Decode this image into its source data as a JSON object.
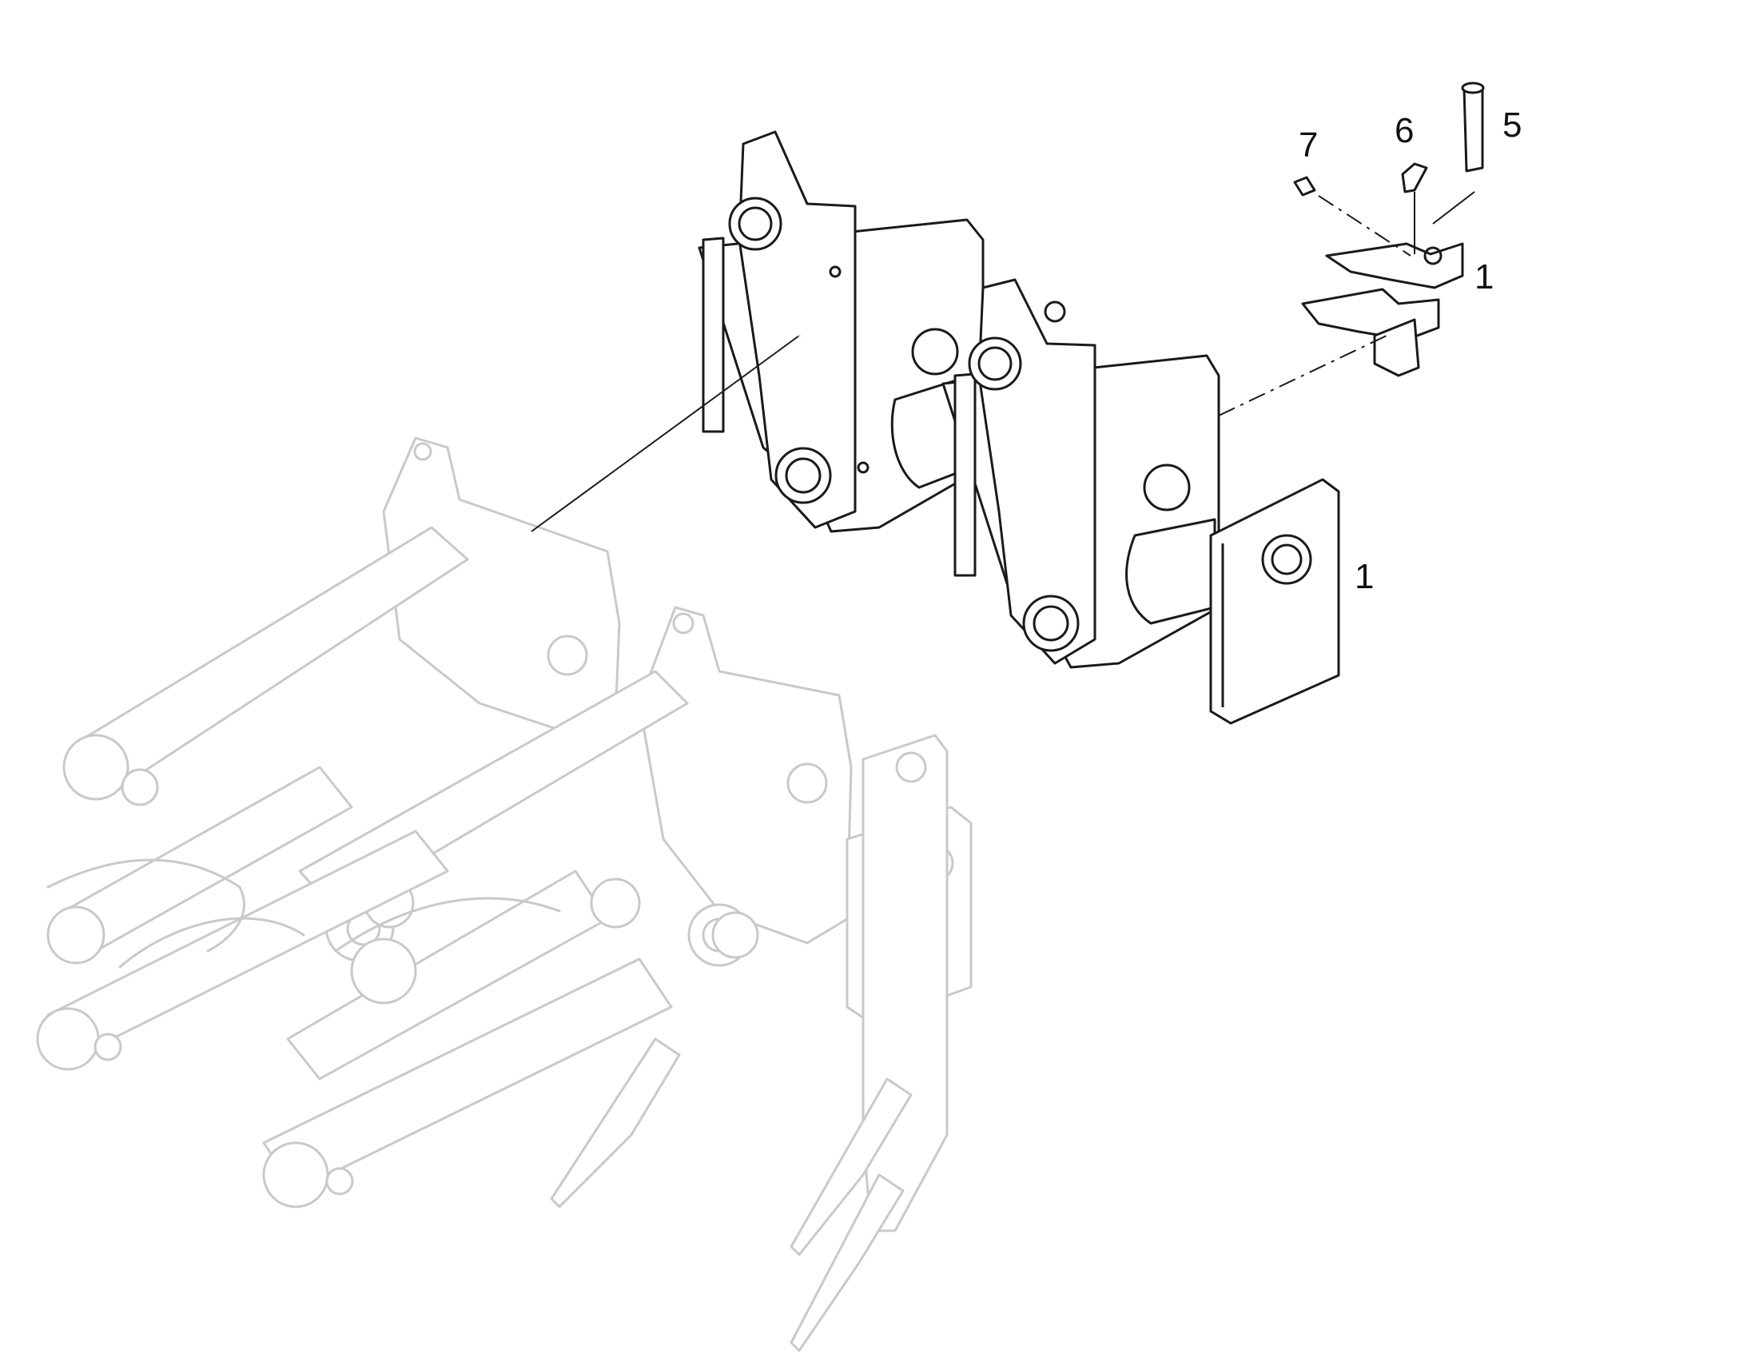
{
  "callouts": {
    "item_7": "7",
    "item_6": "6",
    "item_5": "5",
    "item_1_upper": "1",
    "item_1_lower": "1"
  },
  "colors": {
    "line": "#1a1a1a",
    "ghost": "#c9c9c9",
    "background": "#ffffff"
  }
}
